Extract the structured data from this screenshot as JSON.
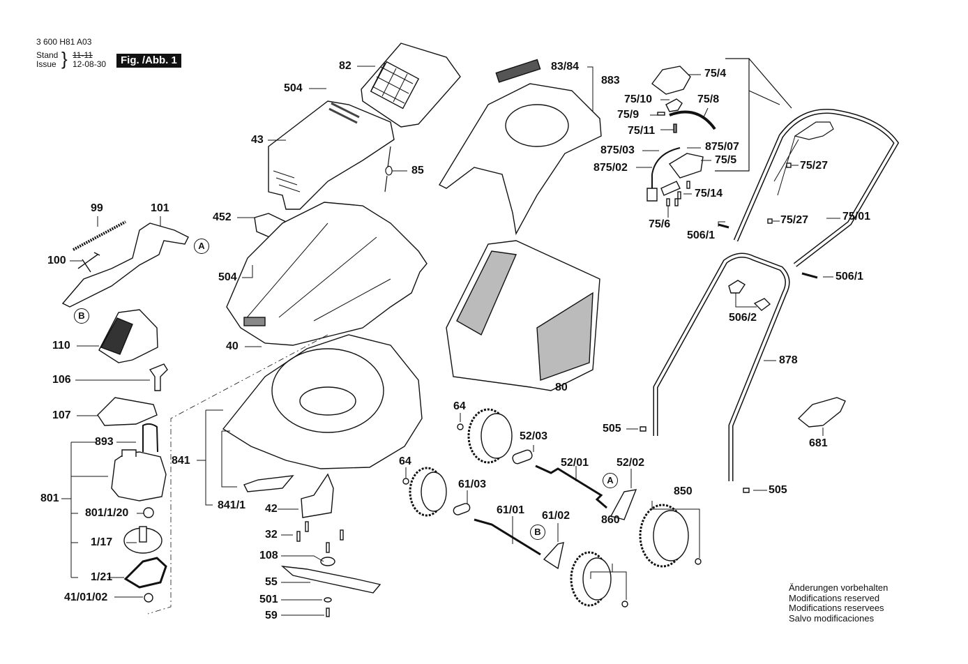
{
  "header": {
    "part_number": "3 600 H81 A03",
    "stand_label": "Stand",
    "issue_label": "Issue",
    "stand_value": "11-11",
    "issue_value": "12-08-30",
    "figure_label": "Fig. /Abb. 1"
  },
  "callouts": {
    "A1": "A",
    "A2": "A",
    "B1": "B",
    "B2": "B"
  },
  "parts": {
    "p82": "82",
    "p504a": "504",
    "p43": "43",
    "p85": "85",
    "p452": "452",
    "p504b": "504",
    "p40": "40",
    "p99": "99",
    "p101": "101",
    "p100": "100",
    "p110": "110",
    "p106": "106",
    "p107": "107",
    "p893": "893",
    "p801": "801",
    "p801_1_20": "801/1/20",
    "p1_17": "1/17",
    "p1_21": "1/21",
    "p41_01_02": "41/01/02",
    "p841": "841",
    "p841_1": "841/1",
    "p42": "42",
    "p32": "32",
    "p108": "108",
    "p55": "55",
    "p501": "501",
    "p59": "59",
    "p83_84": "83/84",
    "p883": "883",
    "p80": "80",
    "p75_4": "75/4",
    "p75_10": "75/10",
    "p75_8": "75/8",
    "p75_9": "75/9",
    "p75_11": "75/11",
    "p875_03": "875/03",
    "p875_07": "875/07",
    "p875_02": "875/02",
    "p75_5": "75/5",
    "p75_14": "75/14",
    "p75_6": "75/6",
    "p506_1a": "506/1",
    "p75_27a": "75/27",
    "p75_27b": "75/27",
    "p75_01": "75/01",
    "p506_1b": "506/1",
    "p506_2": "506/2",
    "p878": "878",
    "p505a": "505",
    "p505b": "505",
    "p681": "681",
    "p64a": "64",
    "p64b": "64",
    "p52_03": "52/03",
    "p52_01": "52/01",
    "p52_02": "52/02",
    "p61_03": "61/03",
    "p61_01": "61/01",
    "p61_02": "61/02",
    "p850": "850",
    "p860": "860"
  },
  "notes": [
    "Änderungen vorbehalten",
    "Modifications reserved",
    "Modifications reservees",
    "Salvo modificaciones"
  ]
}
